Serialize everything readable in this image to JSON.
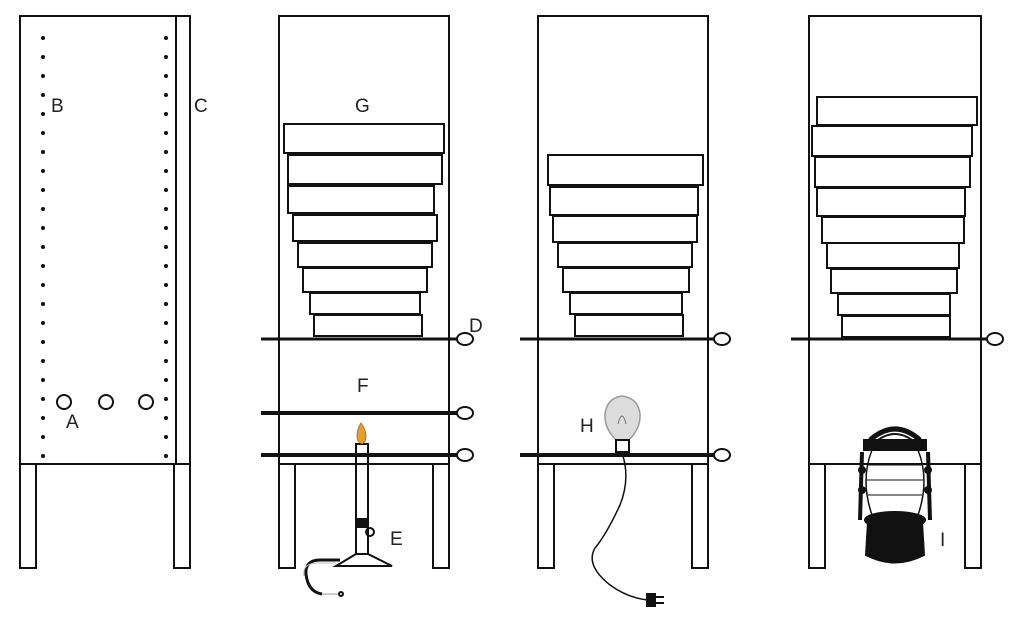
{
  "labels": {
    "a": "A",
    "b": "B",
    "c": "C",
    "d": "D",
    "e": "E",
    "f": "F",
    "g": "G",
    "h": "H",
    "i": "I"
  },
  "colors": {
    "line": "#111111",
    "bulb_glass": "#cfcfcf",
    "flame": "#e0a030"
  },
  "icons": {
    "burner": "bunsen-burner-icon",
    "bulb": "light-bulb-icon",
    "lantern": "oil-lantern-icon"
  }
}
